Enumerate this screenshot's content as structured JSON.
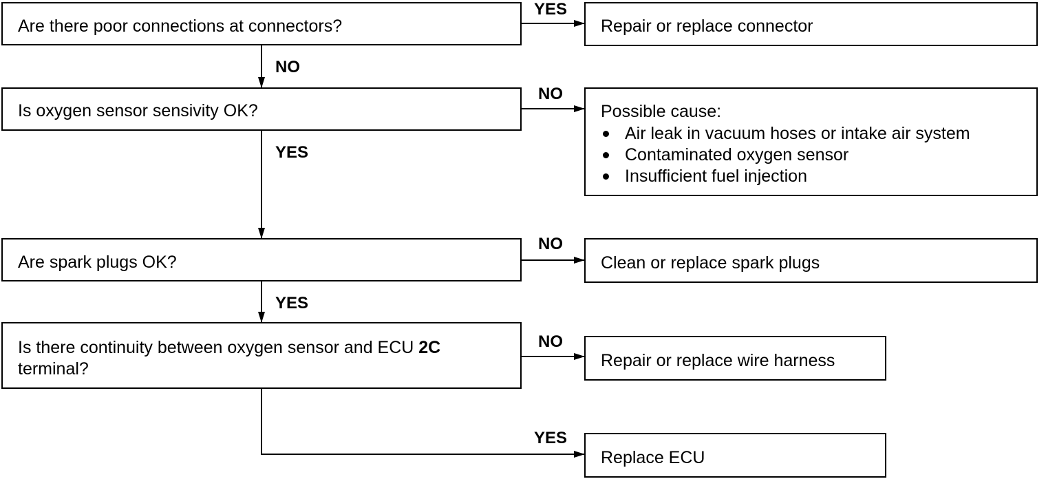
{
  "questions": {
    "q1": "Are there poor connections at connectors?",
    "q2": "Is oxygen sensor sensivity OK?",
    "q3": "Are spark plugs OK?",
    "q4_line1": "Is there continuity between oxygen sensor and ECU ",
    "q4_bold": "2C",
    "q4_line2": "terminal?"
  },
  "actions": {
    "a1": "Repair or replace connector",
    "a2_title": "Possible cause:",
    "a2_items": [
      "Air leak in vacuum hoses or intake air system",
      "Contaminated oxygen sensor",
      "Insufficient fuel injection"
    ],
    "a3": "Clean or replace spark plugs",
    "a4": "Repair or replace wire harness",
    "a5": "Replace ECU"
  },
  "labels": {
    "q1_yes": "YES",
    "q1_no": "NO",
    "q2_no": "NO",
    "q2_yes": "YES",
    "q3_no": "NO",
    "q3_yes": "YES",
    "q4_no": "NO",
    "q4_yes": "YES"
  }
}
